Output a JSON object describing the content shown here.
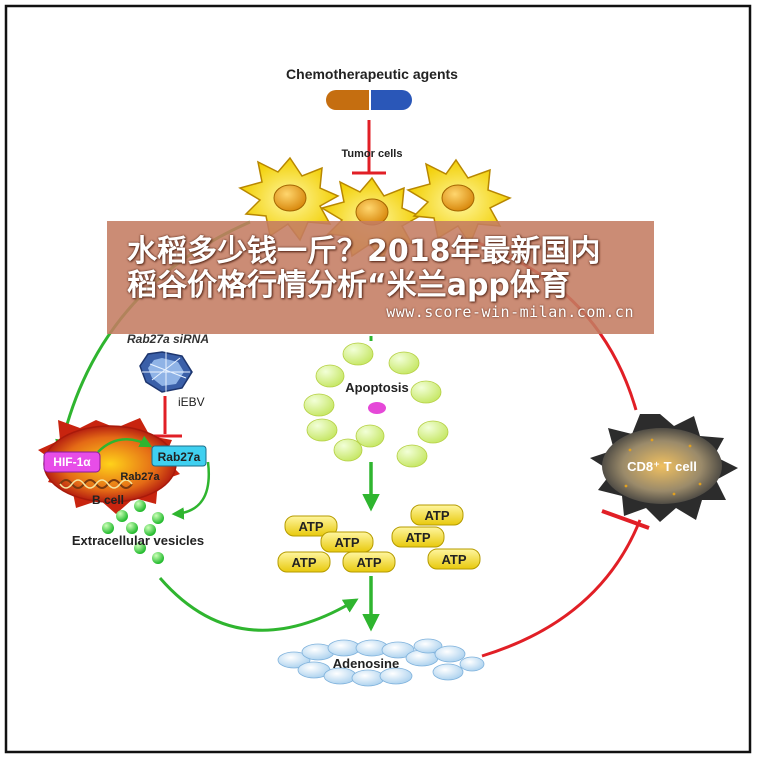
{
  "diagram": {
    "title": "Chemotherapeutic agents",
    "labels": {
      "tumor_cells": "Tumor cells",
      "rab27a_sirna": "Rab27a siRNA",
      "iebv": "iEBV",
      "apoptosis": "Apoptosis",
      "hif1a": "HIF-1α",
      "rab27a_inside": "Rab27a",
      "b_cell": "B cell",
      "rab27a_protein": "Rab27a",
      "extracellular_vesicles": "Extracellular vesicles",
      "cd8_t_cell": "CD8⁺ T cell",
      "adenosine": "Adenosine",
      "atp": "ATP"
    },
    "atp_count": 7
  },
  "watermark": {
    "line1": "水稻多少钱一斤？2018年最新国内",
    "line2": "稻谷价格行情分析“米兰app体育",
    "url": "www.score-win-milan.com.cn"
  },
  "colors": {
    "inhibit_red": "#e11f26",
    "arrow_green": "#2fb52f",
    "tumor_yellow": "#f4d20c",
    "atp_yellow": "#f0dc2a",
    "banner": "#c47c62"
  }
}
